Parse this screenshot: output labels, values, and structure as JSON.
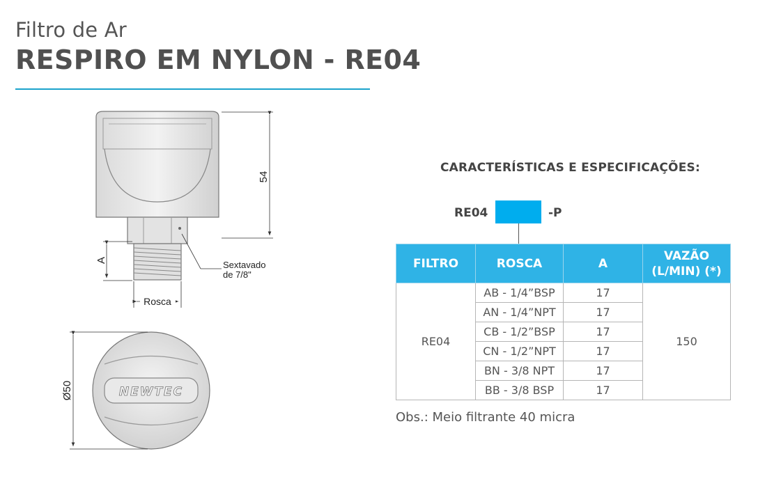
{
  "header": {
    "subtitle": "Filtro de Ar",
    "title": "RESPIRO EM NYLON - RE04"
  },
  "colors": {
    "accent": "#1ba3cc",
    "table_header": "#2fb3e6",
    "code_box": "#00adee"
  },
  "drawing": {
    "dim_height": "54",
    "dim_a": "A",
    "sextavado_label_line1": "Sextavado",
    "sextavado_label_line2": "de 7/8\"",
    "rosca_label": "Rosca",
    "dim_diameter": "Ø50",
    "brand": "NEWTEC"
  },
  "specs": {
    "heading": "CARACTERÍSTICAS E ESPECIFICAÇÕES:",
    "code_prefix": "RE04",
    "code_suffix": "-P",
    "table": {
      "headers": [
        "FILTRO",
        "ROSCA",
        "A",
        "VAZÃO",
        "(L/MIN) (*)"
      ],
      "filtro": "RE04",
      "vazao": "150",
      "rows": [
        {
          "rosca": "AB - 1/4”BSP",
          "a": "17"
        },
        {
          "rosca": "AN - 1/4”NPT",
          "a": "17"
        },
        {
          "rosca": "CB - 1/2”BSP",
          "a": "17"
        },
        {
          "rosca": "CN - 1/2”NPT",
          "a": "17"
        },
        {
          "rosca": "BN - 3/8 NPT",
          "a": "17"
        },
        {
          "rosca": "BB - 3/8 BSP",
          "a": "17"
        }
      ]
    },
    "obs": "Obs.: Meio filtrante 40 micra"
  }
}
